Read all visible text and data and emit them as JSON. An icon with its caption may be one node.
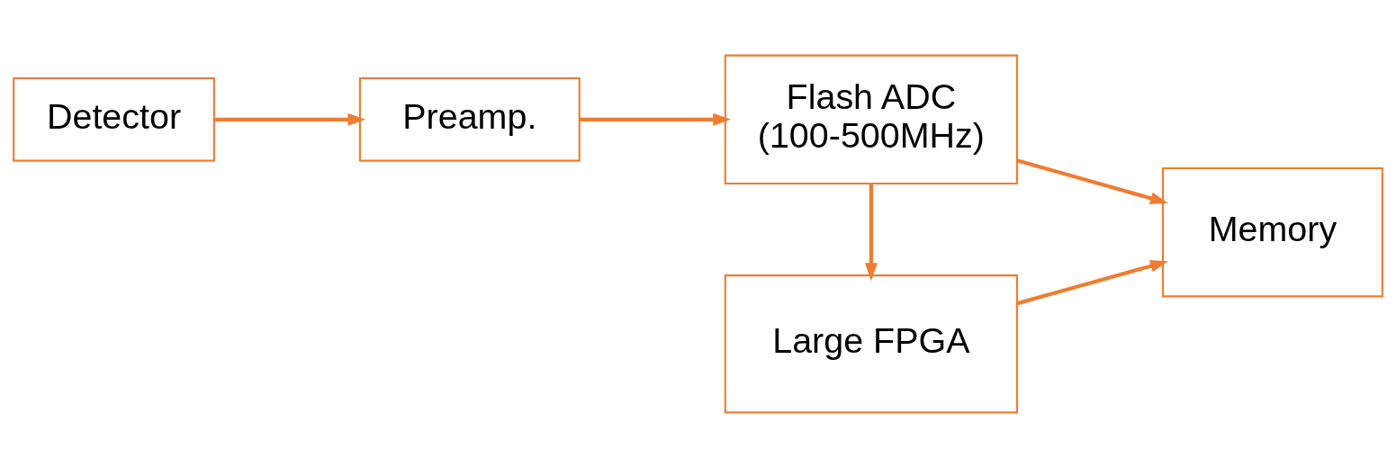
{
  "diagram": {
    "nodes": [
      {
        "text": [
          "Detector"
        ]
      },
      {
        "text": [
          "Preamp."
        ]
      },
      {
        "text": [
          "Flash ADC (100-500MHz)"
        ]
      },
      {
        "text": [
          "Memory"
        ]
      },
      {
        "text": [
          "Large FPGA"
        ]
      }
    ],
    "edges": [
      {
        "from": 0,
        "to": 1,
        "arrow": "to"
      },
      {
        "from": 1,
        "to": 2,
        "arrow": "to"
      },
      {
        "from": 2,
        "to": 3,
        "arrow": "to"
      },
      {
        "from": 2,
        "to": 4,
        "arrow": "to"
      },
      {
        "from": 4,
        "to": 3,
        "arrow": "to"
      }
    ]
  }
}
